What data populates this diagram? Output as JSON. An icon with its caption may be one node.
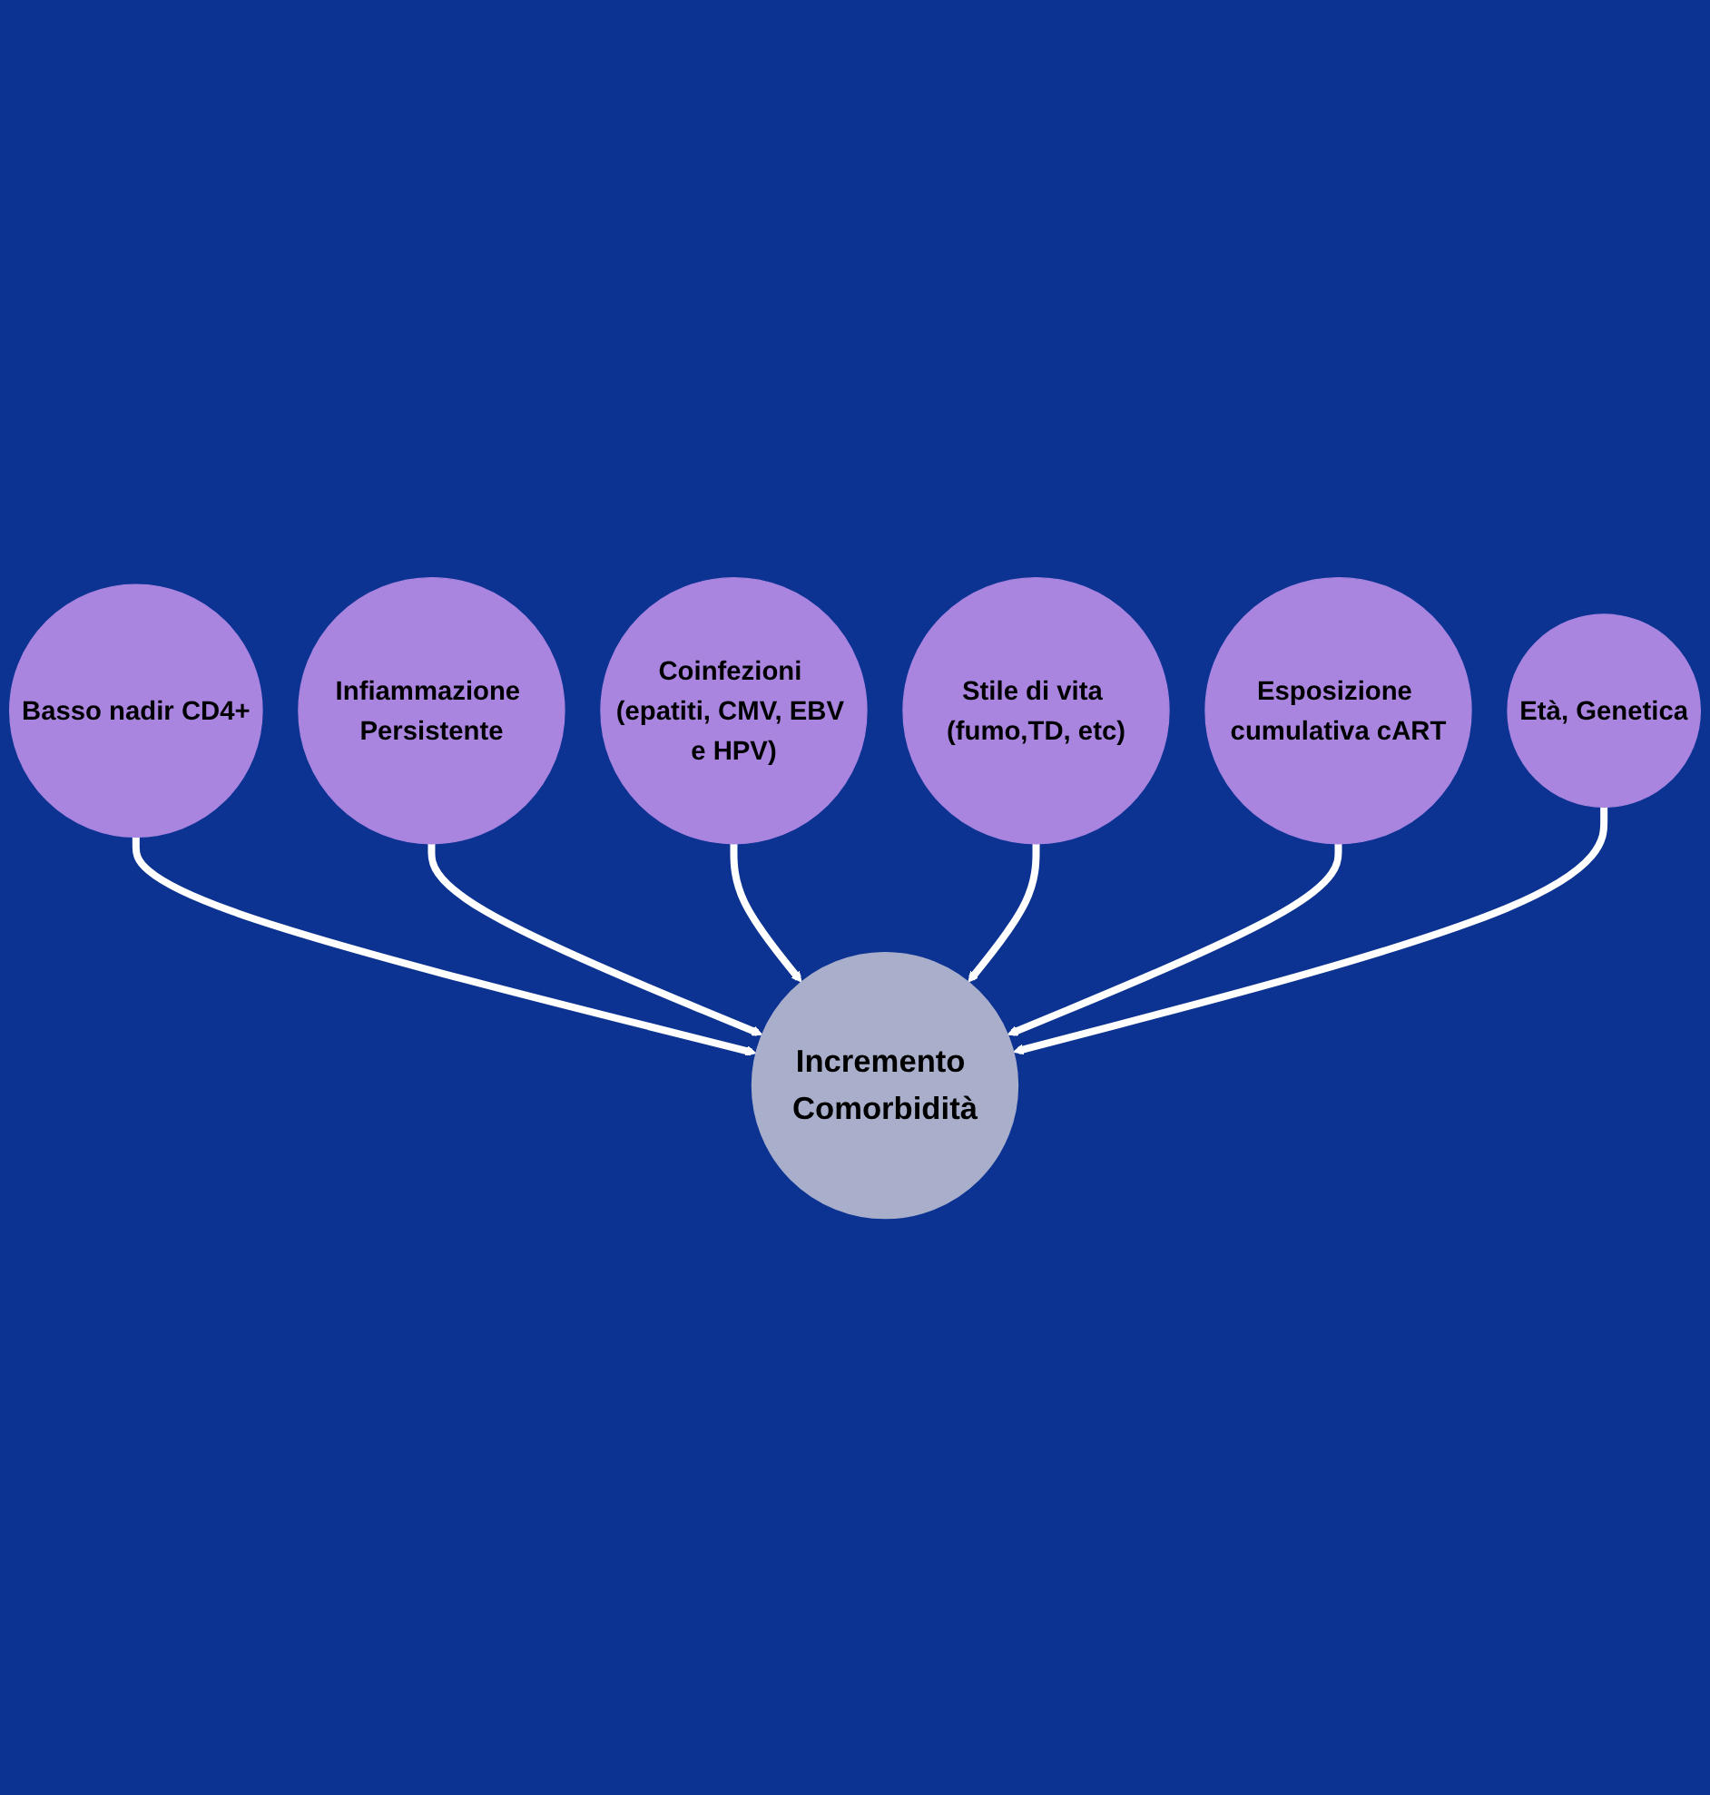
{
  "diagram": {
    "nodes": [
      {
        "text": [
          "Basso nadir CD4+"
        ]
      },
      {
        "text": [
          "Infiammazione Persistente"
        ]
      },
      {
        "text": [
          "Coinfezioni (epatiti, CMV, EBV e HPV)"
        ]
      },
      {
        "text": [
          "Incremento Comorbidità"
        ]
      },
      {
        "text": [
          "Stile di vita (fumo,TD, etc)"
        ]
      },
      {
        "text": [
          "Esposizione cumulativa cART"
        ]
      },
      {
        "text": [
          "Età, Genetica"
        ]
      }
    ],
    "edges": [
      {
        "from": 0,
        "to": 3,
        "arrow": "to"
      },
      {
        "from": 1,
        "to": 3,
        "arrow": "to"
      },
      {
        "from": 2,
        "to": 3,
        "arrow": "to"
      },
      {
        "from": 4,
        "to": 3,
        "arrow": "to"
      },
      {
        "from": 5,
        "to": 3,
        "arrow": "to"
      },
      {
        "from": 6,
        "to": 3,
        "arrow": "to"
      }
    ]
  }
}
